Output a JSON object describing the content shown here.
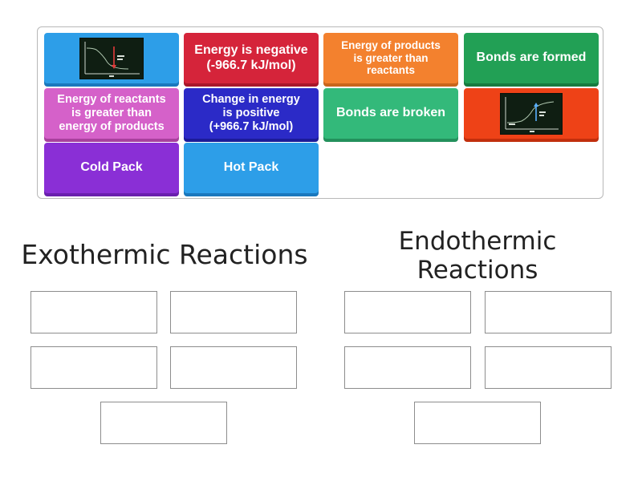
{
  "tiles": {
    "energy_negative": "Energy is negative\n(-966.7 kJ/mol)",
    "products_greater": "Energy of products\nis greater than\nreactants",
    "bonds_formed": "Bonds are formed",
    "reactants_greater": "Energy of reactants\nis greater than\nenergy of products",
    "change_positive": "Change in energy\nis positive\n(+966.7 kJ/mol)",
    "bonds_broken": "Bonds are broken",
    "cold_pack": "Cold Pack",
    "hot_pack": "Hot Pack"
  },
  "icons": {
    "exo_graph": "exothermic-energy-diagram-icon",
    "endo_graph": "endothermic-energy-diagram-icon"
  },
  "groups": {
    "exothermic": "Exothermic Reactions",
    "endothermic": "Endothermic\nReactions"
  },
  "colors": {
    "blue": "#2d9ee8",
    "red": "#d5243a",
    "orange": "#f3812e",
    "green": "#22a055",
    "pink": "#d561c9",
    "navy": "#2b2ac7",
    "mint": "#33b97a",
    "red_orange": "#ee4217",
    "purple": "#8a2fd6"
  }
}
